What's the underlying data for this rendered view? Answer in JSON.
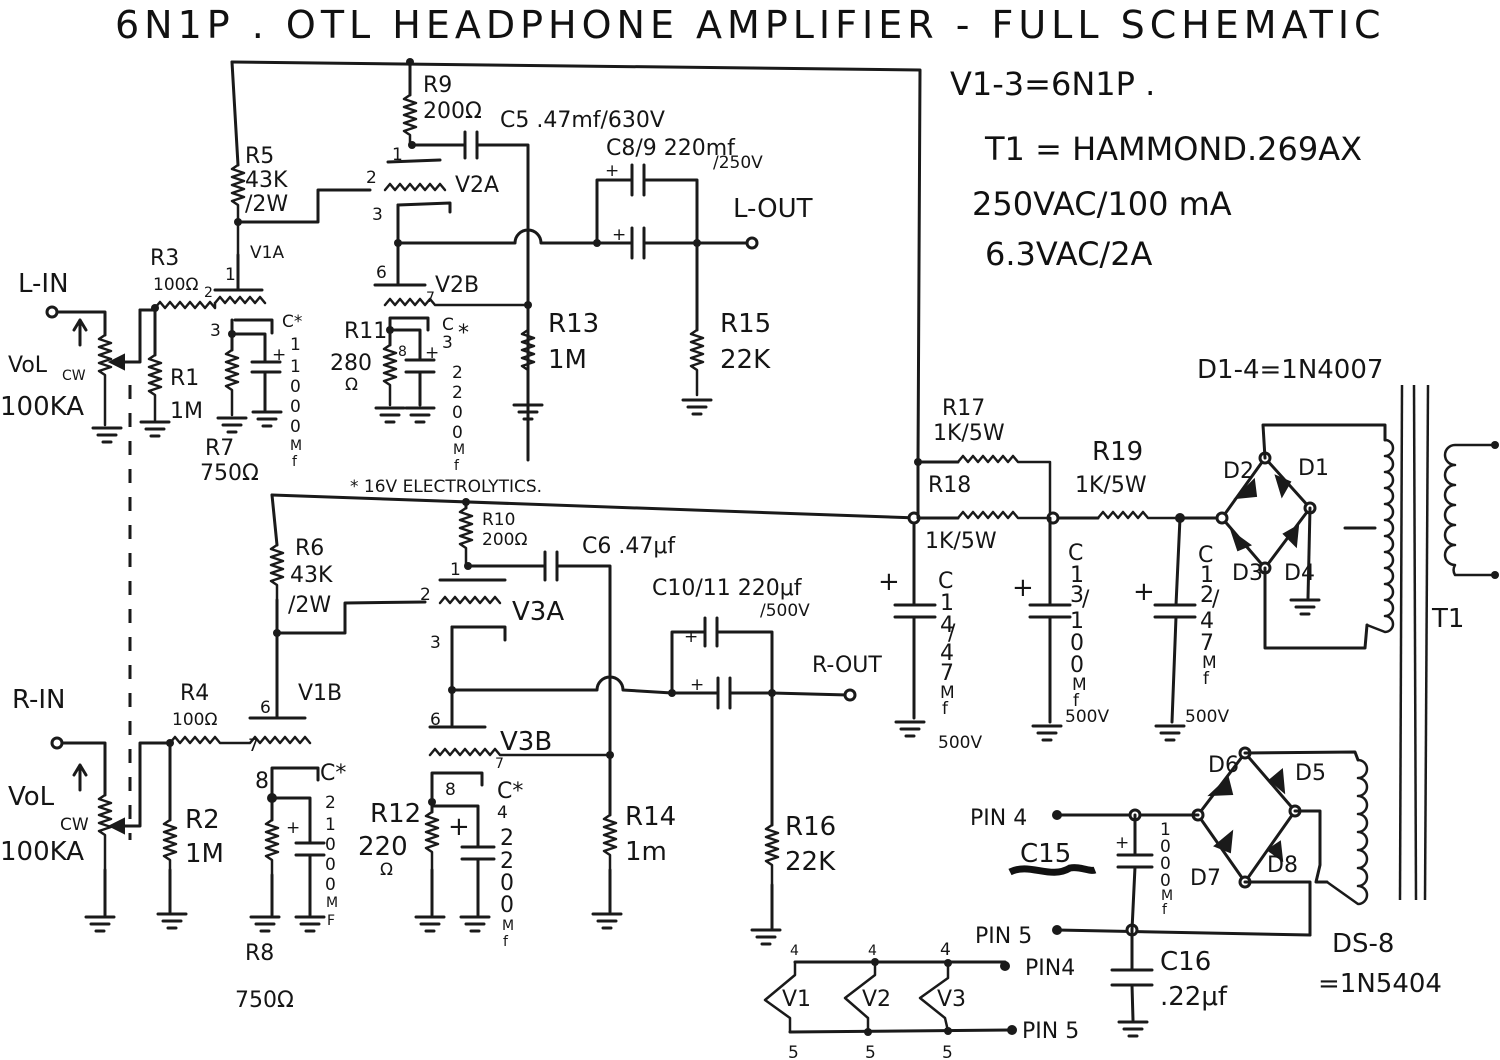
{
  "title": "6N1P . OTL  HEADPHONE  AMPLIFIER - FULL SCHEMATIC",
  "notes": {
    "tubes": "V1-3=6N1P .",
    "transformer": "T1 = HAMMOND.269AX",
    "hv_rating": "250VAC/100 mA",
    "heater_rating": "6.3VAC/2A",
    "bridge_hv_diodes": "D1-4=1N4007",
    "bridge_lv_diodes_1": "DS-8",
    "bridge_lv_diodes_2": "=1N5404",
    "electrolytics_note": "* 16V ELECTROLYTICS."
  },
  "left_channel": {
    "input": "L-IN",
    "vol": "VoL",
    "vol_cw": "CW",
    "vol_value": "100KA",
    "r3": "R3",
    "r3_val": "100Ω",
    "r1": "R1",
    "r1_val": "1M",
    "r7": "R7",
    "r7_val": "750Ω",
    "c1": [
      "C*",
      "1",
      "/",
      "1",
      "0",
      "0",
      "0",
      "M",
      "f"
    ],
    "r5": "R5",
    "r5_val": "43K",
    "r5_w": "/2W",
    "r9": "R9",
    "r9_val": "200Ω",
    "c5": "C5 .47mf/630V",
    "c8_9": "C8/9  220mf",
    "c8_9_v": "/250V",
    "output": "L-OUT",
    "r11": "R11",
    "r11_val": "280",
    "r11_unit": "Ω",
    "c3": [
      "C",
      "3",
      "*",
      "2",
      "2",
      "0",
      "0",
      "M",
      "f"
    ],
    "r13": "R13",
    "r13_val": "1M",
    "r15": "R15",
    "r15_val": "22K",
    "v1a": "V1A",
    "v2a": "V2A",
    "v2b": "V2B",
    "pins": {
      "p1a": "1",
      "p2a": "2",
      "p3a": "3",
      "v2p1": "1",
      "v2p2": "2",
      "v2p3": "3",
      "v2p6": "6",
      "v2p7": "7",
      "v2p8": "8",
      "v1p3": "3"
    }
  },
  "right_channel": {
    "input": "R-IN",
    "vol": "VoL",
    "vol_cw": "CW",
    "vol_value": "100KA",
    "r4": "R4",
    "r4_val": "100Ω",
    "r2": "R2",
    "r2_val": "1M",
    "r8": "R8",
    "r8_val": "750Ω",
    "c2": [
      "C*",
      "2",
      "1",
      "0",
      "0",
      "0",
      "M",
      "F"
    ],
    "r6": "R6",
    "r6_val": "43K",
    "r6_w": "/2W",
    "r10": "R10",
    "r10_val": "200Ω",
    "c6": "C6 .47μf",
    "c10_11": "C10/11  220μf",
    "c10_11_v": "/500V",
    "output": "R-OUT",
    "r12": "R12",
    "r12_val": "220",
    "r12_unit": "Ω",
    "c4": [
      "C*",
      "4",
      "2",
      "2",
      "0",
      "0",
      "M",
      "f"
    ],
    "r14": "R14",
    "r14_val": "1m",
    "r16": "R16",
    "r16_val": "22K",
    "v1b": "V1B",
    "v3a": "V3A",
    "v3b": "V3B",
    "pins": {
      "v1p6": "6",
      "v1p7": "7",
      "v1p8": "8",
      "v3p1": "1",
      "v3p2": "2",
      "v3p3": "3",
      "v3p6": "6",
      "v3p7": "7",
      "v3p8": "8"
    }
  },
  "power_supply": {
    "r17": "R17",
    "r17_val": "1K/5W",
    "r18": "R18",
    "r18_val": "1K/5W",
    "r19": "R19",
    "r19_val": "1K/5W",
    "c14": [
      "C",
      "1",
      "4",
      "/",
      "4",
      "7",
      "M",
      "f"
    ],
    "c14_v": "500V",
    "c13": [
      "C",
      "1",
      "3",
      "/",
      "1",
      "0",
      "0",
      "M",
      "f"
    ],
    "c13_v": "500V",
    "c12": [
      "C",
      "1",
      "2",
      "/",
      "4",
      "7",
      "M",
      "f"
    ],
    "c12_v": "500V",
    "d1": "D1",
    "d2": "D2",
    "d3": "D3",
    "d4": "D4",
    "d5": "D5",
    "d6": "D6",
    "d7": "D7",
    "d8": "D8",
    "t1": "T1",
    "c15": "C15",
    "c15_val": [
      "1",
      "0",
      "0",
      "0",
      "M",
      "f"
    ],
    "c16": "C16",
    "c16_val": ".22μf",
    "pin4": "PIN 4",
    "pin5": "PIN 5"
  },
  "heaters": {
    "tubes": [
      "V1",
      "V2",
      "V3"
    ],
    "pin_top": "4",
    "pin_bottom": "5",
    "pin4": "PIN4",
    "pin5": "PIN 5"
  }
}
